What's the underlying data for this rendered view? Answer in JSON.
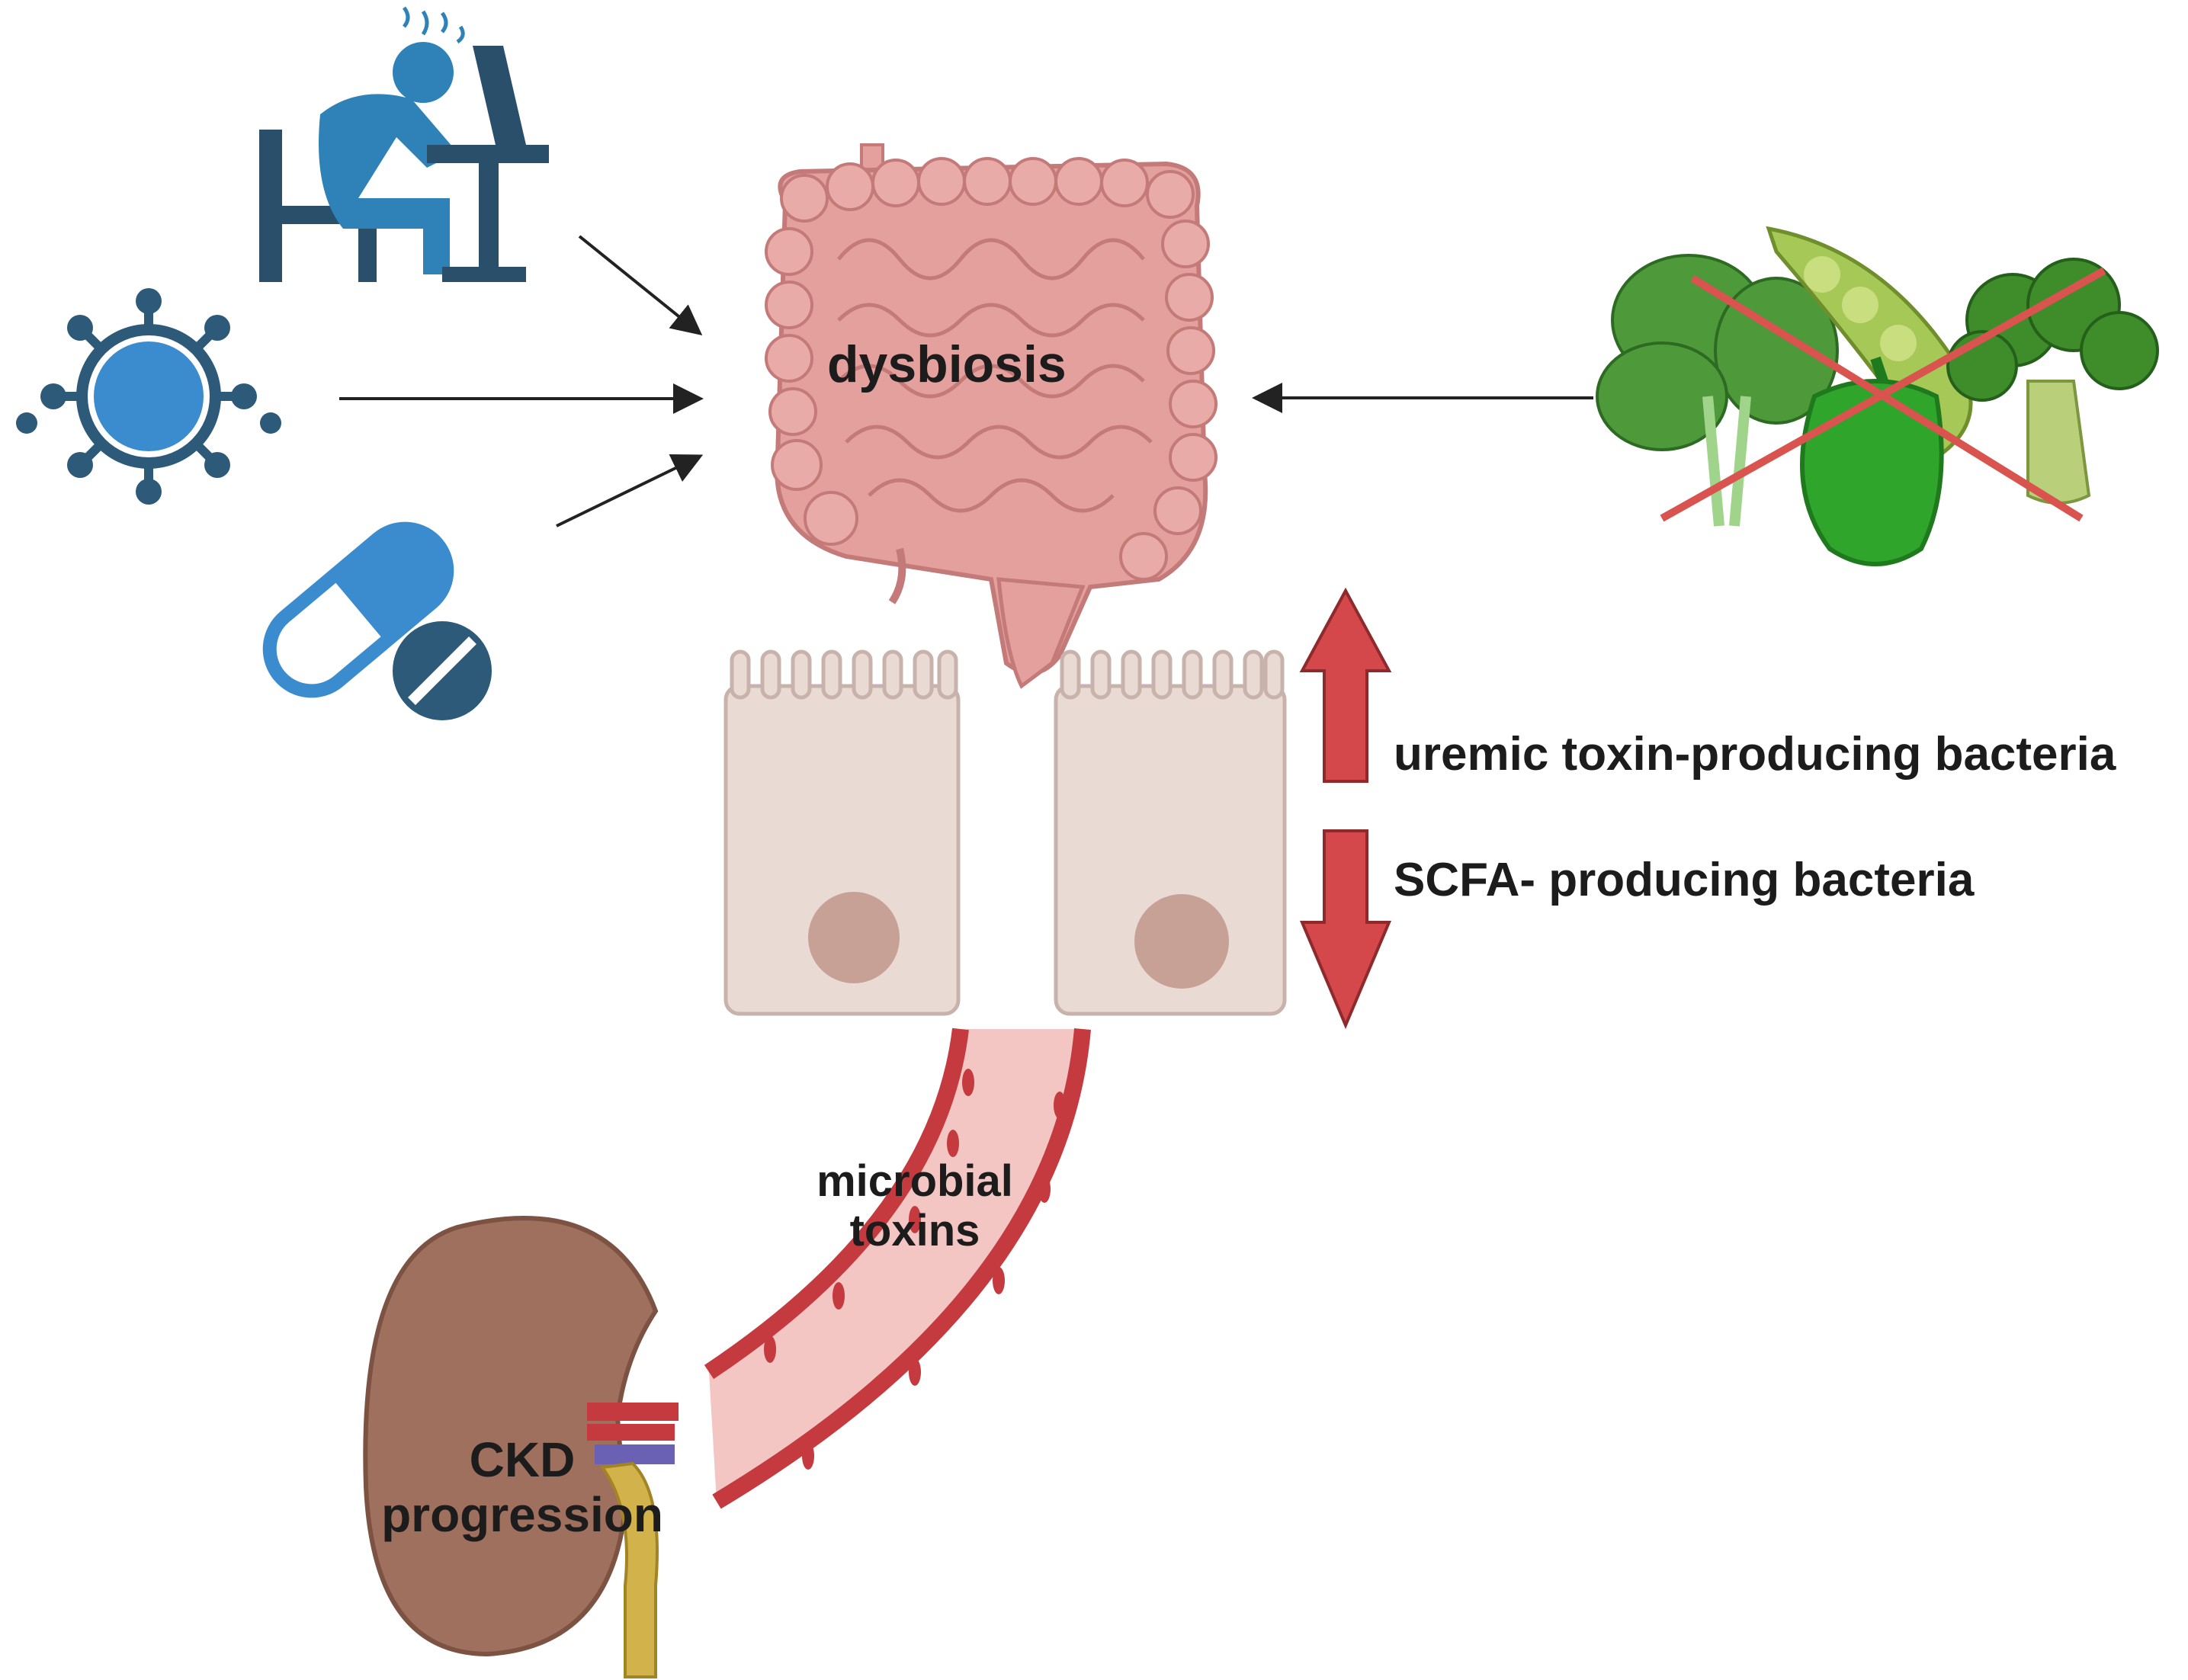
{
  "labels": {
    "dysbiosis": "dysbiosis",
    "uremic_bacteria": "uremic toxin-producing bacteria",
    "scfa_bacteria": "SCFA- producing bacteria",
    "microbial_line1": "microbial",
    "microbial_line2": "toxins",
    "ckd_line1": "CKD",
    "ckd_line2": "progression"
  },
  "colors": {
    "person_blue": "#2f82b8",
    "desk_navy": "#2a4f6b",
    "virus_blue": "#3a8ccf",
    "virus_dark": "#2c5a78",
    "colon_pink": "#e3a09c",
    "colon_dark": "#c47a78",
    "cell_fill": "#e9dad3",
    "cell_border": "#c7b3ab",
    "nucleus": "#c8a196",
    "arrow_red": "#d4474a",
    "vessel_red": "#c43a3e",
    "vessel_inner": "#f3c6c3",
    "kidney": "#a0705f",
    "cross_red": "#d9534f",
    "pepper_green": "#2fa52c"
  },
  "icons": [
    "stressed-person-icon",
    "virus-icon",
    "pill-capsule-icon",
    "colon-icon",
    "vegetables-icon",
    "kidney-icon"
  ]
}
